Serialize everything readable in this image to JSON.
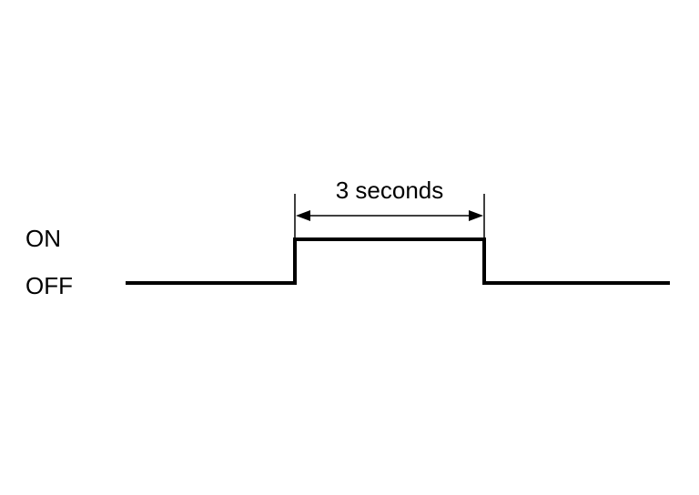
{
  "levels": {
    "on_label": "ON",
    "off_label": "OFF"
  },
  "pulse": {
    "duration_label": "3 seconds"
  }
}
